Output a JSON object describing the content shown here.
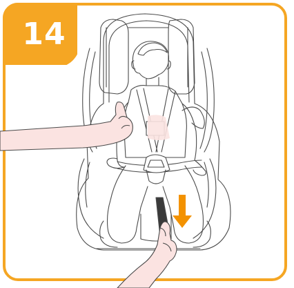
{
  "step": {
    "number": "14"
  },
  "colors": {
    "accent": "#F5A623",
    "arrow": "#F39200",
    "skin": "#FBE3E1",
    "outline": "#4a4a4a"
  },
  "icons": {
    "arrow": "down-arrow-icon",
    "seat": "car-seat-illustration",
    "child": "child-figure",
    "hands": "hand-illustration"
  }
}
